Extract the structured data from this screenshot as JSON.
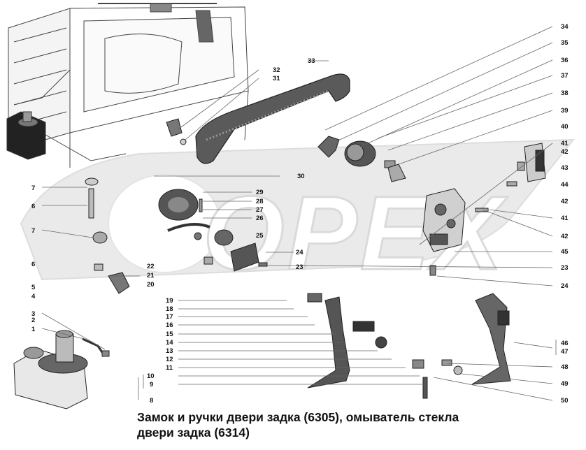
{
  "diagram": {
    "watermark_text": "OPEX",
    "callouts_left": [
      {
        "id": "l-7a",
        "label": "7"
      },
      {
        "id": "l-6a",
        "label": "6"
      },
      {
        "id": "l-7b",
        "label": "7"
      },
      {
        "id": "l-6b",
        "label": "6"
      },
      {
        "id": "l-5",
        "label": "5"
      },
      {
        "id": "l-4",
        "label": "4"
      },
      {
        "id": "l-3",
        "label": "3"
      },
      {
        "id": "l-1",
        "label": "1"
      },
      {
        "id": "l-2",
        "label": "2"
      }
    ],
    "callouts_center": [
      {
        "id": "c-32",
        "label": "32"
      },
      {
        "id": "c-31",
        "label": "31"
      },
      {
        "id": "c-33",
        "label": "33"
      },
      {
        "id": "c-30",
        "label": "30"
      },
      {
        "id": "c-29",
        "label": "29"
      },
      {
        "id": "c-28",
        "label": "28"
      },
      {
        "id": "c-27",
        "label": "27"
      },
      {
        "id": "c-26",
        "label": "26"
      },
      {
        "id": "c-25",
        "label": "25"
      },
      {
        "id": "c-24",
        "label": "24"
      },
      {
        "id": "c-23",
        "label": "23"
      },
      {
        "id": "c-22",
        "label": "22"
      },
      {
        "id": "c-21",
        "label": "21"
      },
      {
        "id": "c-20",
        "label": "20"
      },
      {
        "id": "c-19",
        "label": "19"
      },
      {
        "id": "c-18",
        "label": "18"
      },
      {
        "id": "c-17",
        "label": "17"
      },
      {
        "id": "c-16",
        "label": "16"
      },
      {
        "id": "c-15",
        "label": "15"
      },
      {
        "id": "c-14",
        "label": "14"
      },
      {
        "id": "c-13",
        "label": "13"
      },
      {
        "id": "c-12",
        "label": "12"
      },
      {
        "id": "c-11",
        "label": "11"
      },
      {
        "id": "c-10",
        "label": "10"
      },
      {
        "id": "c-9",
        "label": "9"
      },
      {
        "id": "c-8",
        "label": "8"
      }
    ],
    "callouts_right": [
      {
        "id": "r-34",
        "label": "34"
      },
      {
        "id": "r-35",
        "label": "35"
      },
      {
        "id": "r-36",
        "label": "36"
      },
      {
        "id": "r-37",
        "label": "37"
      },
      {
        "id": "r-38",
        "label": "38"
      },
      {
        "id": "r-39",
        "label": "39"
      },
      {
        "id": "r-40",
        "label": "40"
      },
      {
        "id": "r-41a",
        "label": "41"
      },
      {
        "id": "r-42a",
        "label": "42"
      },
      {
        "id": "r-43",
        "label": "43"
      },
      {
        "id": "r-44",
        "label": "44"
      },
      {
        "id": "r-42b",
        "label": "42"
      },
      {
        "id": "r-41b",
        "label": "41"
      },
      {
        "id": "r-42c",
        "label": "42"
      },
      {
        "id": "r-45",
        "label": "45"
      },
      {
        "id": "r-23",
        "label": "23"
      },
      {
        "id": "r-24",
        "label": "24"
      },
      {
        "id": "r-46",
        "label": "46"
      },
      {
        "id": "r-47",
        "label": "47"
      },
      {
        "id": "r-48",
        "label": "48"
      },
      {
        "id": "r-49",
        "label": "49"
      },
      {
        "id": "r-50",
        "label": "50"
      }
    ]
  },
  "caption": {
    "line1": "Замок и ручки двери задка (6305), омыватель стекла",
    "line2": "двери задка (6314)"
  }
}
